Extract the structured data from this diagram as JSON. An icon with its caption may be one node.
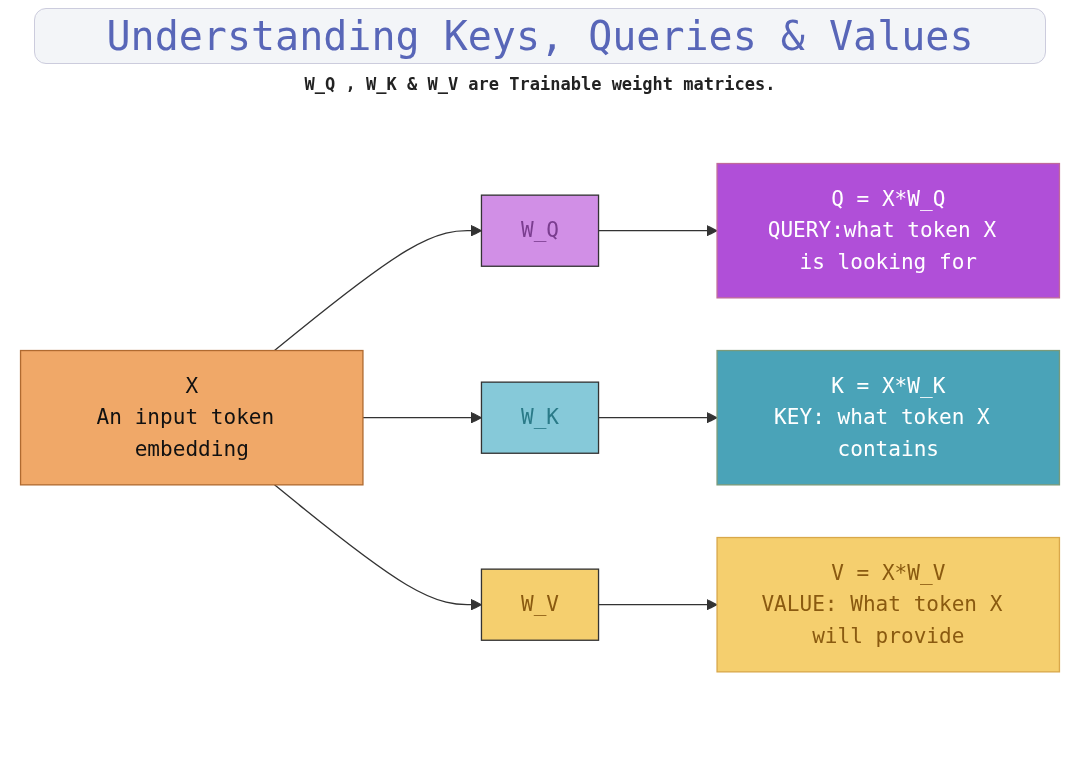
{
  "diagram": {
    "title": "Understanding Keys, Queries & Values",
    "labels": [
      "W_Q , W_K & W_V are Trainable weight matrices."
    ],
    "nodes": [
      {
        "text": [
          "X",
          "An input token embedding"
        ]
      },
      {
        "text": [
          "W_Q"
        ]
      },
      {
        "text": [
          "Q = X*W_Q",
          "QUERY:what token X is looking for"
        ]
      },
      {
        "text": [
          "W_K"
        ]
      },
      {
        "text": [
          "K = X*W_K",
          "KEY: what token X contains"
        ]
      },
      {
        "text": [
          "W_V"
        ]
      },
      {
        "text": [
          "V = X*W_V",
          "VALUE: What token X will provide"
        ]
      }
    ],
    "edges": [
      {
        "from": 0,
        "to": 1,
        "arrow": "to"
      },
      {
        "from": 0,
        "to": 3,
        "arrow": "to"
      },
      {
        "from": 0,
        "to": 5,
        "arrow": "to"
      },
      {
        "from": 1,
        "to": 2,
        "arrow": "to"
      },
      {
        "from": 3,
        "to": 4,
        "arrow": "to"
      },
      {
        "from": 5,
        "to": 6,
        "arrow": "to"
      }
    ]
  }
}
